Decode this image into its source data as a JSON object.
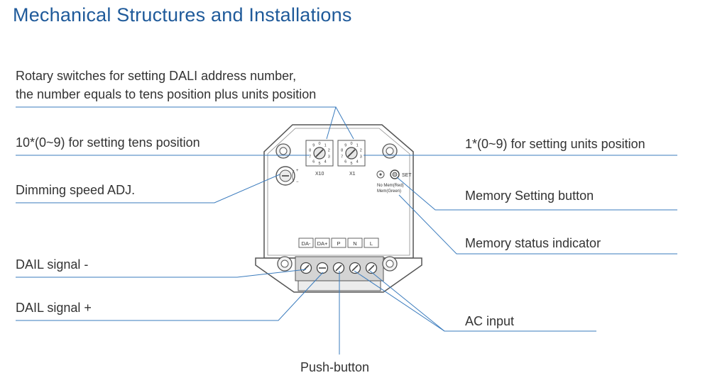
{
  "title": "Mechanical Structures and Installations",
  "labels": {
    "rotary_line1": "Rotary switches for setting DALI address number,",
    "rotary_line2": "the number equals to tens position plus units position",
    "tens": "10*(0~9) for setting tens position",
    "units": "1*(0~9) for setting units position",
    "dimming": "Dimming speed ADJ.",
    "memory_button": "Memory Setting button",
    "memory_indicator": "Memory status indicator",
    "dali_minus": "DAIL signal  -",
    "dali_plus": "DAIL signal +",
    "ac_input": "AC input",
    "push_button": "Push-button"
  },
  "device": {
    "switch_tens_label": "X10",
    "switch_units_label": "X1",
    "set_label": "SET",
    "indicator_line1": "No Mem(Red)",
    "indicator_line2": "Mem(Green)",
    "terminals": [
      "DA-",
      "DA+",
      "P",
      "N",
      "L"
    ],
    "dial_digits": [
      "0",
      "1",
      "2",
      "3",
      "4",
      "5",
      "6",
      "7",
      "8",
      "9"
    ]
  },
  "colors": {
    "title": "#1f5a9a",
    "leader_line": "#3a7bbd",
    "outline": "#555555",
    "shade": "#c8c8c8"
  }
}
